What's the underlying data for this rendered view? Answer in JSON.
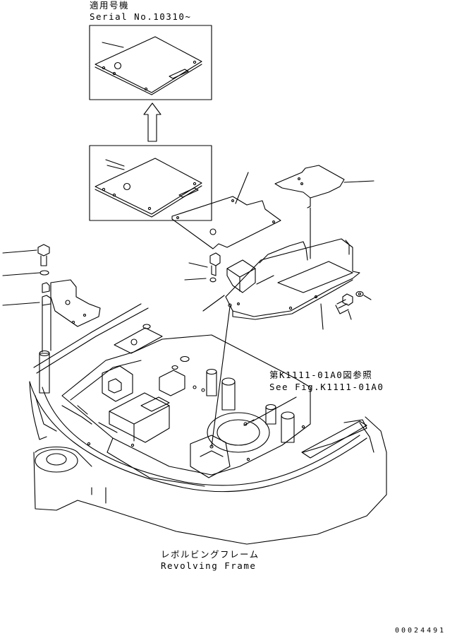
{
  "applicability": {
    "label_ja": "適用号機",
    "label_en": "Serial No.10310~"
  },
  "reference": {
    "label_ja": "第K1111-01A0図参照",
    "label_en": "See Fig.K1111-01A0"
  },
  "frame": {
    "label_ja": "レボルビングフレーム",
    "label_en": "Revolving Frame"
  },
  "document_id": "00024491"
}
